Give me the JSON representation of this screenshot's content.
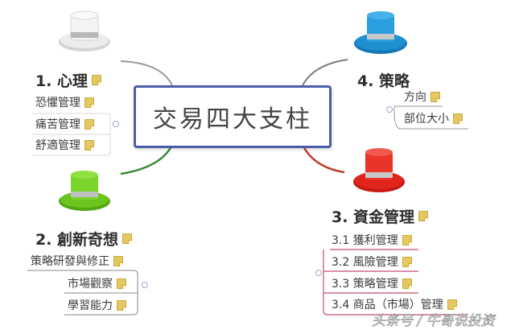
{
  "central_topic": "交易四大支柱",
  "branches": [
    {
      "id": "1",
      "title": "1. 心理",
      "hat_color": "#d8d8d8",
      "line_color": "#9a9a9a",
      "children": [
        "恐懼管理",
        "痛苦管理",
        "舒適管理"
      ]
    },
    {
      "id": "2",
      "title": "2. 創新奇想",
      "hat_color": "#6cc51c",
      "line_color": "#2e8b2e",
      "children": [
        "策略研發與修正",
        "市場觀察",
        "學習能力"
      ]
    },
    {
      "id": "3",
      "title": "3. 資金管理",
      "hat_color": "#e0251c",
      "line_color": "#c0392b",
      "children": [
        "3.1 獲利管理",
        "3.2 風險管理",
        "3.3 策略管理",
        "3.4 商品（市場）管理"
      ]
    },
    {
      "id": "4",
      "title": "4. 策略",
      "hat_color": "#1e8fcf",
      "line_color": "#7a7a7a",
      "children": [
        "方向",
        "部位大小"
      ]
    }
  ],
  "watermark": "头条号 / 牛哥说投资",
  "colors": {
    "center_border": "#4a5ea8",
    "note_icon": "#e6c863",
    "subtopic_line_3": "#c0506a"
  }
}
